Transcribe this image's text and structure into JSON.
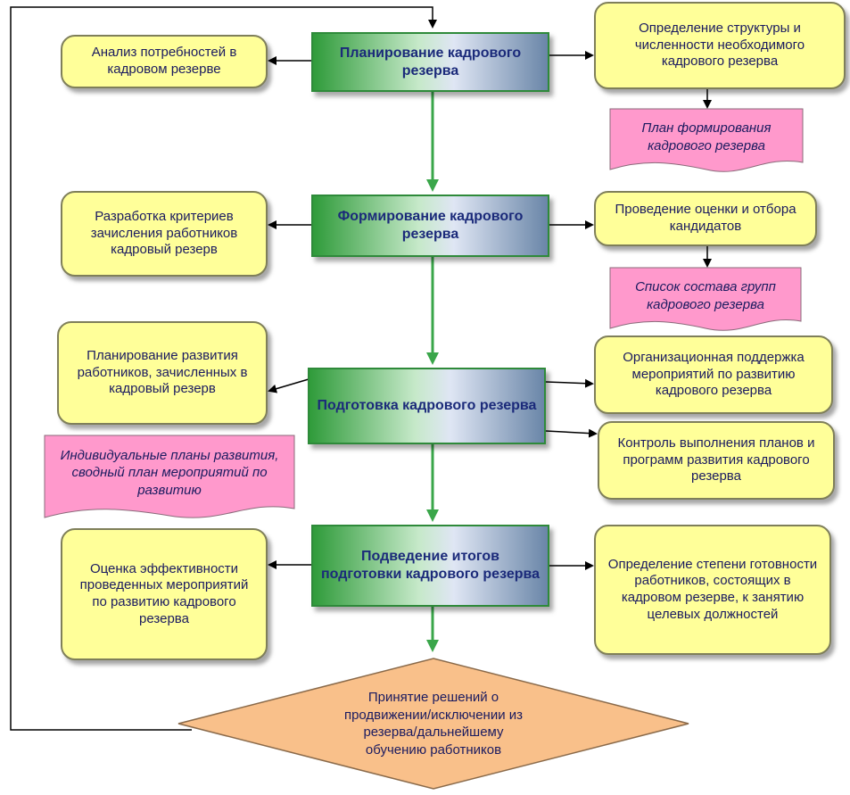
{
  "stages": {
    "planning": "Планирование кадрового резерва",
    "forming": "Формирование кадрового резерва",
    "training": "Подготовка кадрового резерва",
    "results": "Подведение итогов подготовки кадрового резерва"
  },
  "left_boxes": {
    "needs_analysis": "Анализ потребностей в кадровом резерве",
    "criteria": "Разработка критериев зачисления работников кадровый резерв",
    "dev_planning": "Планирование развития работников, зачисленных в кадровый резерв",
    "efficiency": "Оценка эффективности проведенных мероприятий по развитию кадрового резерва"
  },
  "right_boxes": {
    "structure": "Определение структуры и численности необходимого кадрового резерва",
    "assessment": "Проведение оценки и отбора кандидатов",
    "org_support": "Организационная поддержка мероприятий по развитию кадрового резерва",
    "control": "Контроль выполнения планов и программ развития кадрового резерва",
    "readiness": "Определение степени готовности работников, состоящих в кадровом резерве, к занятию целевых должностей"
  },
  "documents": {
    "plan": "План формирования кадрового резерва",
    "list": "Список состава групп кадрового резерва",
    "individual": "Индивидуальные планы развития, сводный план мероприятий по развитию"
  },
  "decision": "Принятие решений о продвижении/исключении из резерва/дальнейшему обучению работников",
  "colors": {
    "box_fill": "#ffff99",
    "doc_fill": "#ff99cc",
    "diamond_fill": "#f9c08a",
    "stage_green": "#2f9b3a",
    "arrow_green": "#3aa64a"
  }
}
